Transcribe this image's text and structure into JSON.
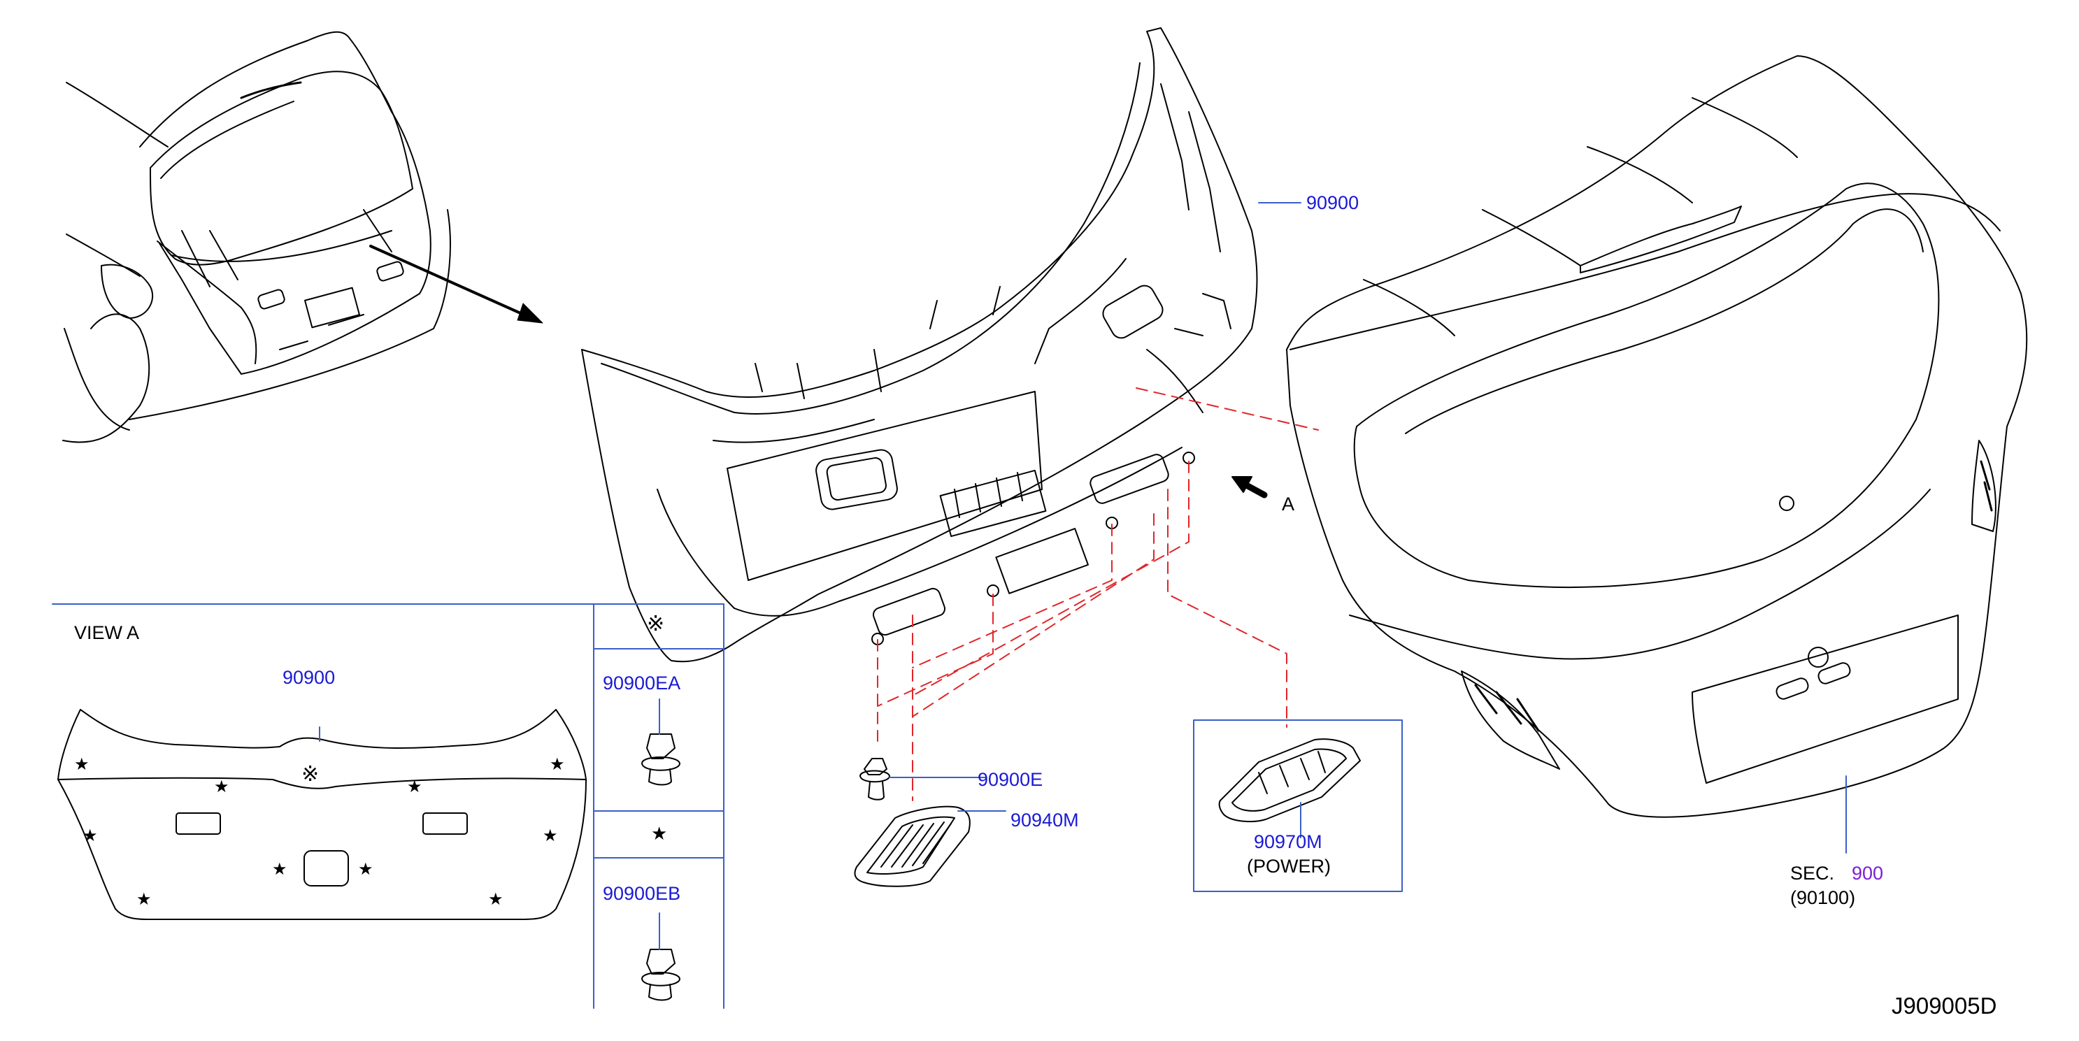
{
  "labels": {
    "part_90900": "90900",
    "view_a_title": "VIEW   A",
    "view_a_part": "90900",
    "arrow_a": "A",
    "clip_ea": "90900EA",
    "clip_eb": "90900EB",
    "clip_e": "90900E",
    "handle": "90940M",
    "switch": "90970M",
    "switch_note": "(POWER)",
    "sec_prefix": "SEC.",
    "sec_number": "900",
    "sec_sub": "(90100)",
    "drawing_id": "J909005D"
  },
  "symbols": {
    "reference_mark": "※",
    "star": "★"
  },
  "colors": {
    "line": "#000000",
    "leader": "#3a5fc8",
    "part_number": "#1a1ad6",
    "section_link": "#7a1fd6",
    "hidden_line": "#e0262a"
  }
}
